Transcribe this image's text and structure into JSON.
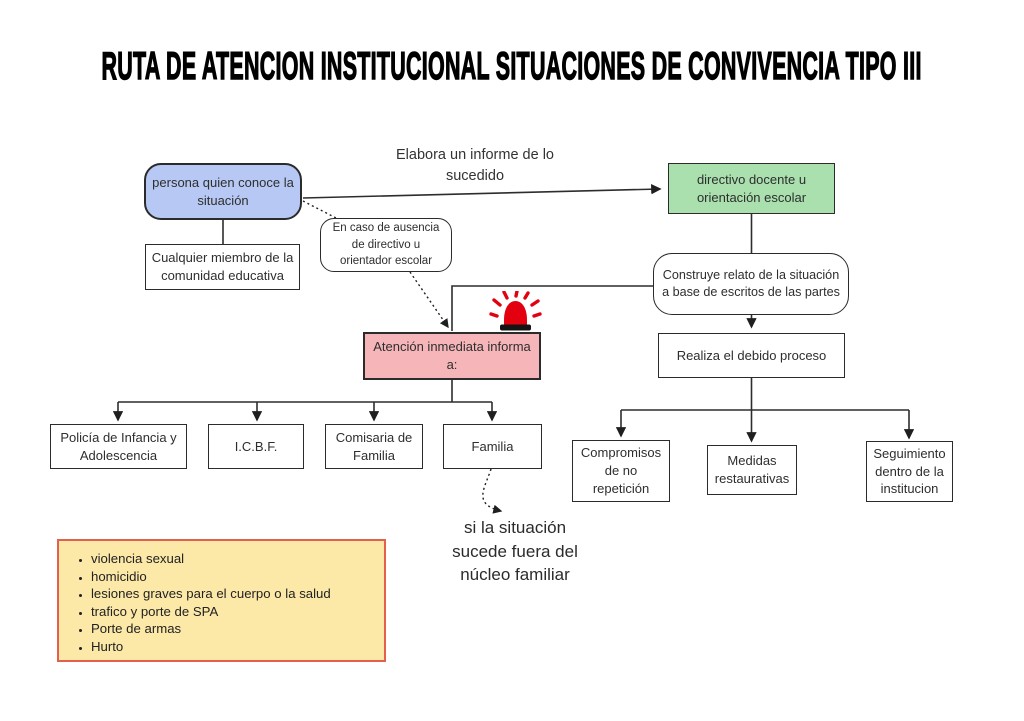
{
  "title": "RUTA DE ATENCION INSTITUCIONAL SITUACIONES DE CONVIVENCIA TIPO III",
  "boxes": {
    "persona": "persona quien conoce la situación",
    "cualquier_miembro": "Cualquier miembro de la comunidad educativa",
    "directivo": "directivo docente u orientación escolar",
    "en_caso_ausencia": "En caso de ausencia de directivo u orientador escolar",
    "construye_relato": "Construye relato de la situación a base de escritos de las partes",
    "realiza_proceso": "Realiza el debido proceso",
    "atencion_inmediata": "Atención inmediata informa a:",
    "policia": "Policía de Infancia y Adolescencia",
    "icbf": "I.C.B.F.",
    "comisaria": "Comisaria de Familia",
    "familia": "Familia",
    "compromisos": "Compromisos de no repetición",
    "medidas": "Medidas restaurativas",
    "seguimiento": "Seguimiento dentro de la institucion"
  },
  "labels": {
    "elabora_informe": "Elabora un informe de lo sucedido",
    "fuera_nucleo": "si la situación sucede fuera del núcleo familiar"
  },
  "legend": {
    "items": [
      "violencia sexual",
      "homicidio",
      "lesiones graves para el cuerpo o la salud",
      "trafico y porte de SPA",
      "Porte de armas",
      "Hurto"
    ]
  },
  "icons": {
    "siren": "siren-icon"
  },
  "colors": {
    "persona_fill": "#b6c8f3",
    "directivo_fill": "#a9e0ae",
    "atencion_fill": "#f6b6b9",
    "legend_fill": "#fce9a8",
    "legend_border": "#e4604e",
    "siren_red": "#e3000f",
    "line": "#2d2d2d"
  }
}
